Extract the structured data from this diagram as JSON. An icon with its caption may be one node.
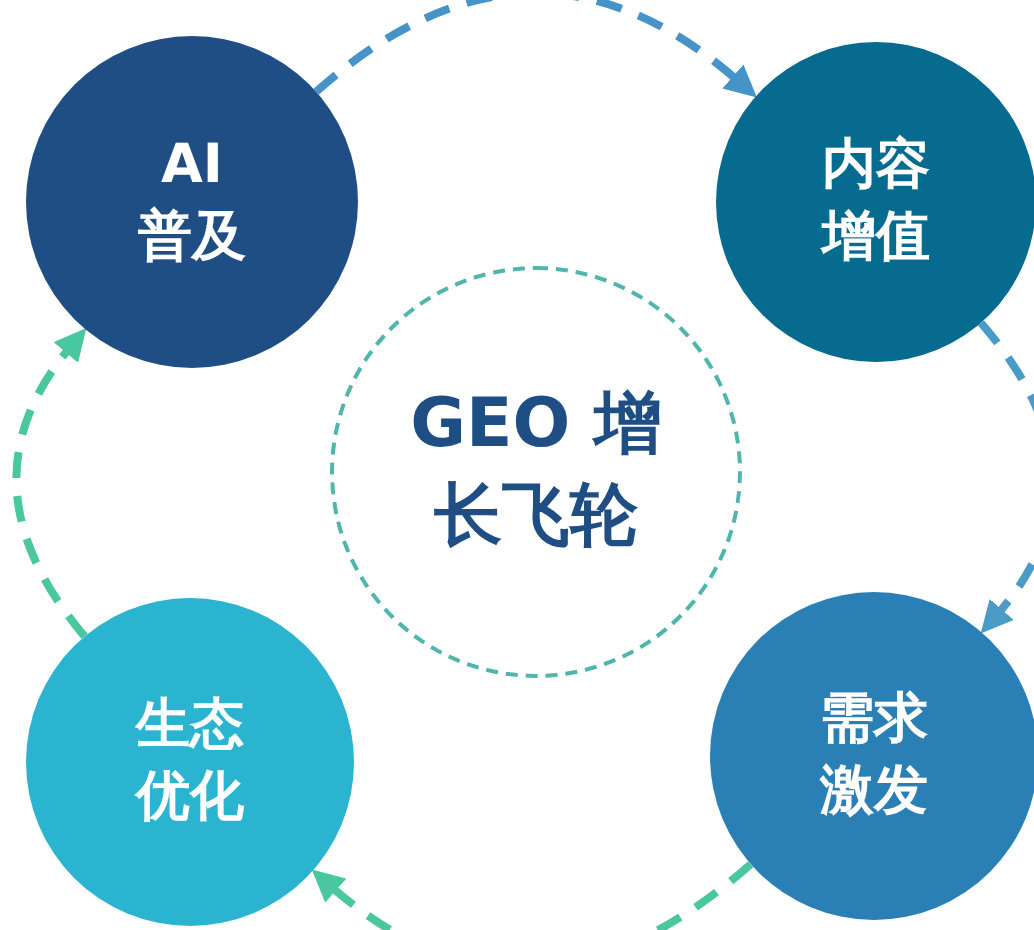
{
  "diagram": {
    "nodes": [
      {
        "text": [
          "AI 普及"
        ]
      },
      {
        "text": [
          "内容增值"
        ]
      },
      {
        "text": [
          "需求激发"
        ]
      },
      {
        "text": [
          "生态优化"
        ]
      },
      {
        "text": [
          "GEO 增长飞轮"
        ]
      }
    ],
    "edges": [
      {
        "from": 0,
        "to": 1,
        "arrow": "to",
        "style": "dashed",
        "color": "#4593c8"
      },
      {
        "from": 1,
        "to": 2,
        "arrow": "to",
        "style": "dashed",
        "color": "#4a9cc6"
      },
      {
        "from": 2,
        "to": 3,
        "arrow": "to",
        "style": "dashed",
        "color": "#49c79e"
      },
      {
        "from": 3,
        "to": 0,
        "arrow": "to",
        "style": "dashed",
        "color": "#49c79e"
      }
    ]
  }
}
